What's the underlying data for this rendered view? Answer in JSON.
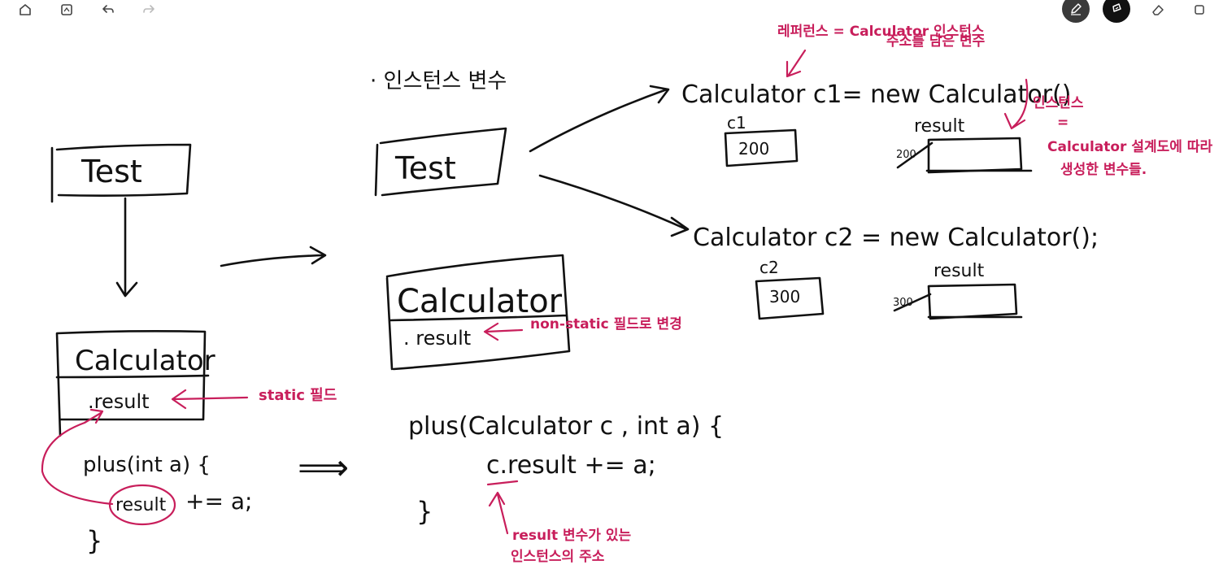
{
  "toolbar": {
    "home_icon": "home-icon",
    "page_icon": "page-icon",
    "undo_icon": "undo-icon",
    "redo_icon": "redo-icon",
    "pen_icon": "pen-icon",
    "highlighter_icon": "highlighter-icon",
    "eraser_icon": "eraser-icon",
    "lasso_icon": "lasso-icon"
  },
  "colors": {
    "ink": "#111111",
    "annotation": "#c81e5b",
    "tool_active": "#1e1e1e"
  },
  "left_diagram": {
    "test_box": "Test",
    "calculator_box": "Calculator",
    "field": ".result",
    "static_note": "static 필드",
    "method_sig": "plus(int a) {",
    "method_body_var": "result",
    "method_body_rest": "+= a;",
    "method_close": "}"
  },
  "middle_diagram": {
    "heading": "· 인스턴스 변수",
    "test_box": "Test",
    "calculator_box": "Calculator",
    "field": ". result",
    "nonstatic_note": "non-static 필드로 변경",
    "implies_arrow": "⟹",
    "method_sig": "plus(Calculator c , int a) {",
    "method_body": "c.result += a;",
    "method_close": "}",
    "address_note_line1": "result 변수가 있는",
    "address_note_line2": "인스턴스의 주소"
  },
  "right_diagram": {
    "ref_note_line1": "레퍼런스 = Calculator 인스턴스",
    "ref_note_line2": "주소를 담은 변수",
    "stmt1": "Calculator c1= new Calculator()",
    "c1_label": "c1",
    "c1_value": "200",
    "result1_label": "result",
    "result1_value": "200",
    "instance_note_line1": "인스턴스",
    "instance_note_line2": "=",
    "instance_note_line3": "Calculator 설계도에 따라",
    "instance_note_line4": "생성한 변수들.",
    "stmt2": "Calculator c2 = new Calculator();",
    "c2_label": "c2",
    "c2_value": "300",
    "result2_label": "result",
    "result2_value": "300"
  }
}
